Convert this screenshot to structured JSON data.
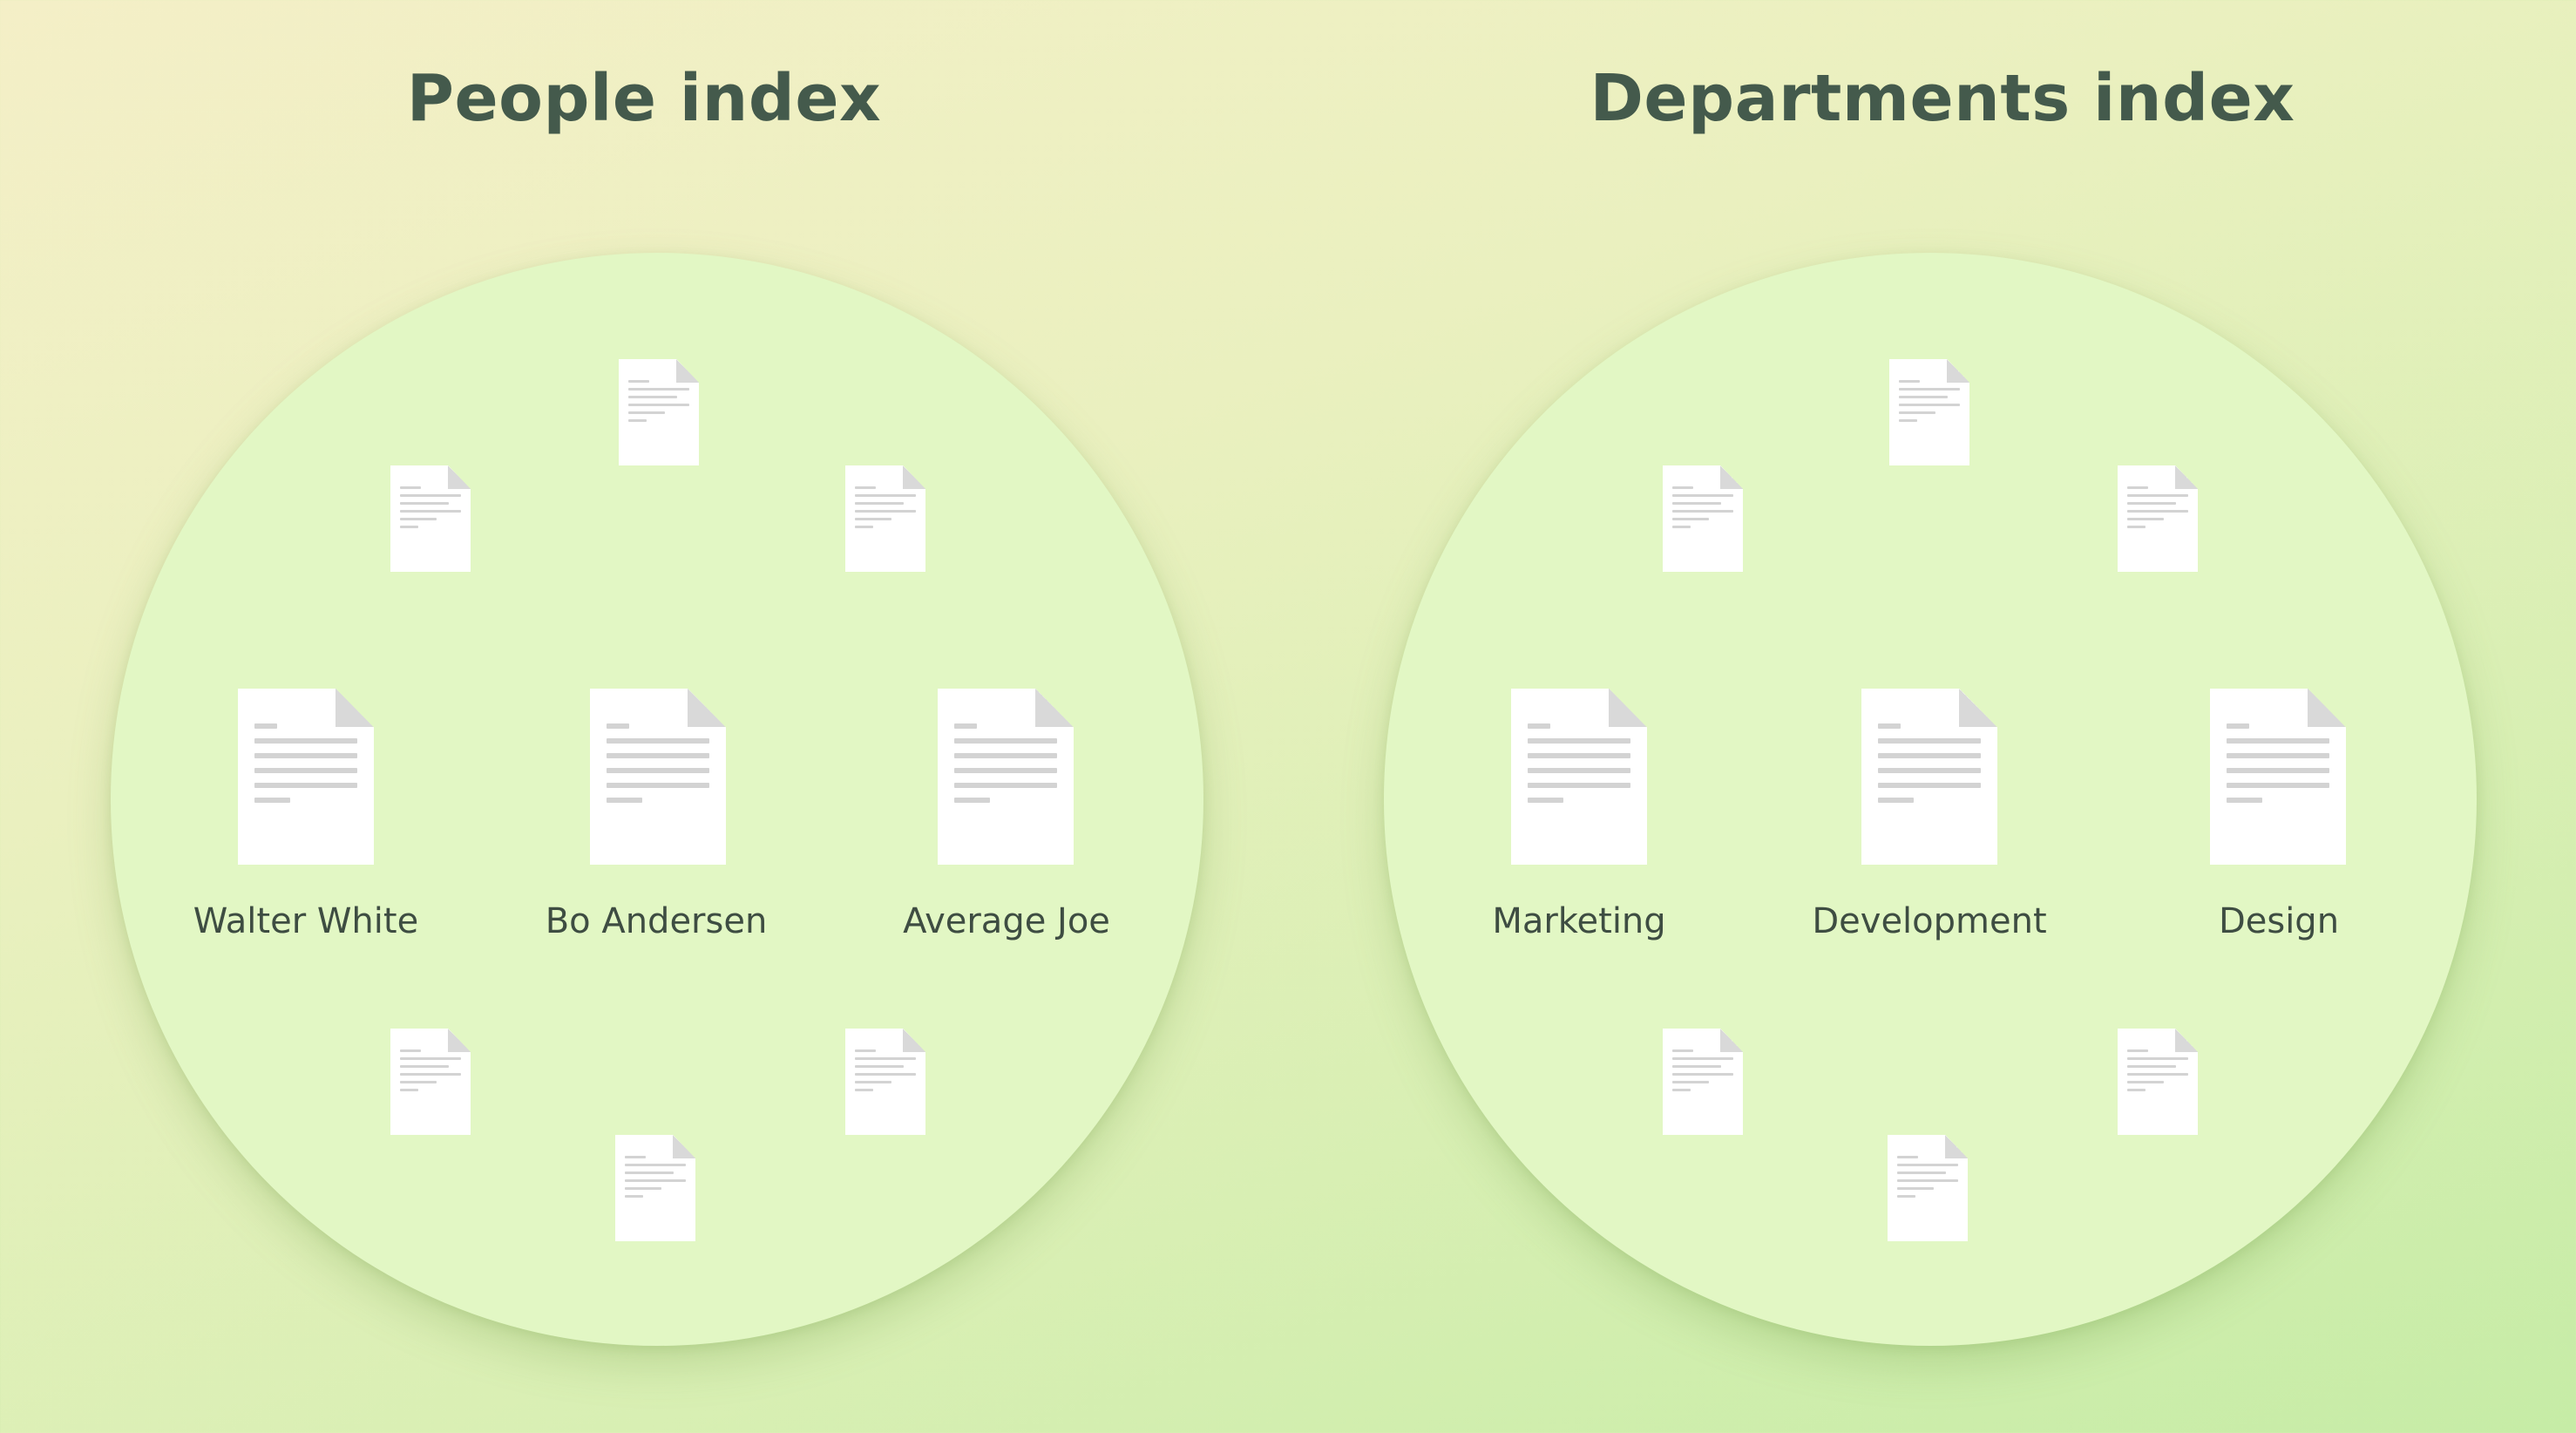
{
  "panels": [
    {
      "title": "People index",
      "items": [
        "Walter White",
        "Bo Andersen",
        "Average Joe"
      ]
    },
    {
      "title": "Departments index",
      "items": [
        "Marketing",
        "Development",
        "Design"
      ]
    }
  ],
  "colors": {
    "title": "#445a4c",
    "label": "#3e4d42",
    "circle": "#e2f7c4",
    "background_top": "#f4efc7",
    "background_bottom": "#c6eca6"
  },
  "icons": [
    "document-icon"
  ]
}
